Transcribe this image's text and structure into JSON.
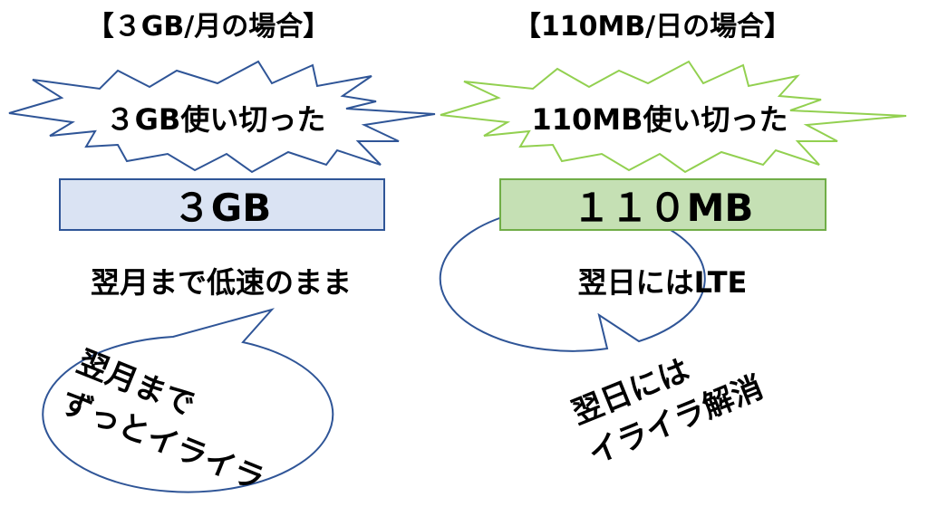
{
  "left": {
    "heading": "【３GB/月の場合】",
    "burst_text": "３GB使い切った",
    "box_label": "３GB",
    "note": "翌月まで低速のまま",
    "bubble_lines": [
      "翌月まで",
      "ずっとイライラ"
    ]
  },
  "right": {
    "heading": "【110MB/日の場合】",
    "burst_text": "110MB使い切った",
    "box_label": "１１０MB",
    "note": "翌日にはLTE",
    "bubble_lines": [
      "翌日には",
      "イライラ解消"
    ]
  },
  "colors": {
    "left_burst_stroke": "#2f5597",
    "right_burst_stroke": "#92d050",
    "left_box_fill": "#dae3f3",
    "right_box_fill": "#c5e0b4",
    "bubble_stroke": "#2f5597"
  }
}
